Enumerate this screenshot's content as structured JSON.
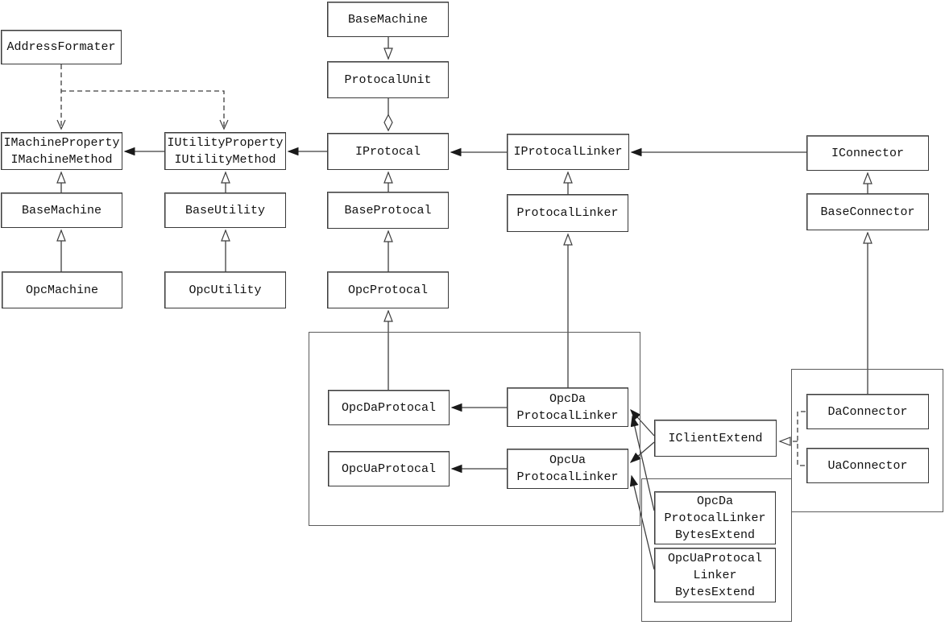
{
  "diagram": {
    "type": "uml-class-diagram",
    "background_color": "#ffffff",
    "line_color": "#3f3f3f",
    "box_border_color": "#3a3a3a",
    "box_fill_color": "#ffffff",
    "text_color": "#111111"
  },
  "nodes": {
    "address_formater": "AddressFormater",
    "imachine": "IMachineProperty\nIMachineMethod",
    "iutility": "IUtilityProperty\nIUtilityMethod",
    "base_machine_left": "BaseMachine",
    "opc_machine": "OpcMachine",
    "base_utility": "BaseUtility",
    "opc_utility": "OpcUtility",
    "base_machine_top": "BaseMachine",
    "protocal_unit": "ProtocalUnit",
    "iprotocal": "IProtocal",
    "base_protocal": "BaseProtocal",
    "opc_protocal": "OpcProtocal",
    "iprotocal_linker": "IProtocalLinker",
    "protocal_linker": "ProtocalLinker",
    "iconnector": "IConnector",
    "base_connector": "BaseConnector",
    "opcda_protocal": "OpcDaProtocal",
    "opcua_protocal": "OpcUaProtocal",
    "opcda_protocal_linker": "OpcDa\nProtocalLinker",
    "opcua_protocal_linker": "OpcUa\nProtocalLinker",
    "iclient_extend": "IClientExtend",
    "da_connector": "DaConnector",
    "ua_connector": "UaConnector",
    "opcda_pl_bytes_extend": "OpcDa\nProtocalLinker\nBytesExtend",
    "opcua_pl_bytes_extend": "OpcUaProtocal\nLinker\nBytesExtend"
  },
  "edges": [
    {
      "from": "AddressFormater",
      "to": "IMachineProperty/IMachineMethod",
      "type": "dependency-dashed-open-arrow"
    },
    {
      "from": "AddressFormater",
      "to": "IUtilityProperty/IUtilityMethod",
      "type": "dependency-dashed-open-arrow"
    },
    {
      "from": "IUtilityProperty/IUtilityMethod",
      "to": "IMachineProperty/IMachineMethod",
      "type": "association-filled-arrow"
    },
    {
      "from": "IProtocal",
      "to": "IUtilityProperty/IUtilityMethod",
      "type": "association-filled-arrow"
    },
    {
      "from": "IProtocalLinker",
      "to": "IProtocal",
      "type": "association-filled-arrow"
    },
    {
      "from": "IConnector",
      "to": "IProtocalLinker",
      "type": "association-filled-arrow"
    },
    {
      "from": "BaseMachine",
      "to": "IMachineProperty/IMachineMethod",
      "type": "inheritance-hollow-triangle"
    },
    {
      "from": "OpcMachine",
      "to": "BaseMachine",
      "type": "inheritance-hollow-triangle"
    },
    {
      "from": "BaseUtility",
      "to": "IUtilityProperty/IUtilityMethod",
      "type": "inheritance-hollow-triangle"
    },
    {
      "from": "OpcUtility",
      "to": "BaseUtility",
      "type": "inheritance-hollow-triangle"
    },
    {
      "from": "BaseMachine",
      "to": "ProtocalUnit",
      "type": "inheritance-hollow-triangle-down"
    },
    {
      "from": "ProtocalUnit",
      "to": "IProtocal",
      "type": "aggregation-hollow-diamond"
    },
    {
      "from": "BaseProtocal",
      "to": "IProtocal",
      "type": "inheritance-hollow-triangle"
    },
    {
      "from": "OpcProtocal",
      "to": "BaseProtocal",
      "type": "inheritance-hollow-triangle"
    },
    {
      "from": "OpcDaProtocal",
      "to": "OpcProtocal",
      "type": "inheritance-hollow-triangle"
    },
    {
      "from": "ProtocalLinker",
      "to": "IProtocalLinker",
      "type": "inheritance-hollow-triangle"
    },
    {
      "from": "OpcDa ProtocalLinker",
      "to": "ProtocalLinker",
      "type": "inheritance-hollow-triangle"
    },
    {
      "from": "BaseConnector",
      "to": "IConnector",
      "type": "inheritance-hollow-triangle"
    },
    {
      "from": "DaConnector",
      "to": "BaseConnector",
      "type": "inheritance-hollow-triangle"
    },
    {
      "from": "OpcDa ProtocalLinker",
      "to": "OpcDaProtocal",
      "type": "association-filled-arrow"
    },
    {
      "from": "OpcUa ProtocalLinker",
      "to": "OpcUaProtocal",
      "type": "association-filled-arrow"
    },
    {
      "from": "IClientExtend",
      "to": "OpcDa ProtocalLinker",
      "type": "association-filled-arrow"
    },
    {
      "from": "IClientExtend",
      "to": "OpcUa ProtocalLinker",
      "type": "association-filled-arrow"
    },
    {
      "from": "OpcDa ProtocalLinker BytesExtend",
      "to": "OpcDa ProtocalLinker",
      "type": "association-filled-arrow"
    },
    {
      "from": "OpcUaProtocal Linker BytesExtend",
      "to": "OpcUa ProtocalLinker",
      "type": "association-filled-arrow"
    },
    {
      "from": "DaConnector/UaConnector",
      "to": "IClientExtend",
      "type": "realization-dashed-hollow-triangle"
    }
  ]
}
